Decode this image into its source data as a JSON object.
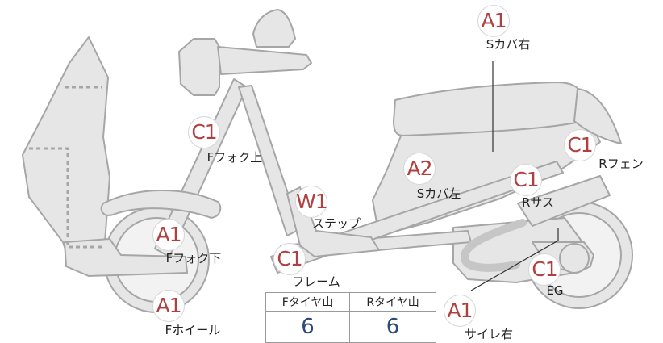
{
  "parts": [
    {
      "id": "s-cover-right",
      "grade": "A1",
      "label": "Sカバ右"
    },
    {
      "id": "r-fender",
      "grade": "C1",
      "label": "Rフェン"
    },
    {
      "id": "f-fork-upper",
      "grade": "C1",
      "label": "Fフォク上"
    },
    {
      "id": "s-cover-left",
      "grade": "A2",
      "label": "Sカバ左"
    },
    {
      "id": "r-suspension",
      "grade": "C1",
      "label": "Rサス"
    },
    {
      "id": "step",
      "grade": "W1",
      "label": "ステップ"
    },
    {
      "id": "f-fork-lower",
      "grade": "A1",
      "label": "Fフォク下"
    },
    {
      "id": "frame",
      "grade": "C1",
      "label": "フレーム"
    },
    {
      "id": "engine",
      "grade": "C1",
      "label": "EG"
    },
    {
      "id": "f-wheel",
      "grade": "A1",
      "label": "Fホイール"
    },
    {
      "id": "muffler-right",
      "grade": "A1",
      "label": "サイレ右"
    }
  ],
  "tread_table": {
    "headers": [
      "Fタイヤ山",
      "Rタイヤ山"
    ],
    "values": [
      "6",
      "6"
    ]
  },
  "colors": {
    "body_fill": "#e6e6e6",
    "body_stroke": "#a6a6a6",
    "badge_text": "#b04040",
    "value_text": "#2e4a78"
  }
}
